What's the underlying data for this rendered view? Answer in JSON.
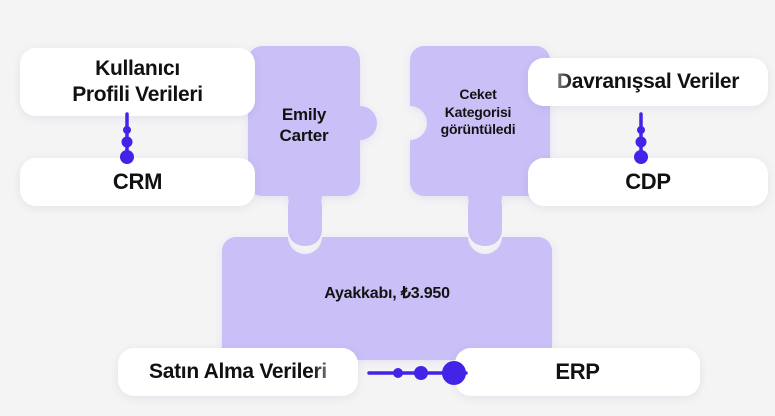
{
  "theme": {
    "background": "#f4f4f5",
    "piece_fill": "#cac0f7",
    "card_fill": "#ffffff",
    "text_color": "#111111",
    "connector_color": "#4423e8"
  },
  "diagram": {
    "title": "Customer data puzzle",
    "pieces": [
      {
        "id": "emily",
        "label_line1": "Emily",
        "label_line2": "Carter",
        "font_size": 17
      },
      {
        "id": "ceket",
        "label_line1": "Ceket",
        "label_line2": "Kategorisi",
        "label_line3": "görüntüledi",
        "font_size": 14
      },
      {
        "id": "purchase",
        "label_line1": "Ayakkabı, ₺3.950",
        "font_size": 16
      }
    ],
    "cards": [
      {
        "id": "user-profile",
        "label_line1": "Kullanıcı",
        "label_line2": "Profili Verileri",
        "font_size": 21
      },
      {
        "id": "crm",
        "label_line1": "CRM",
        "font_size": 22
      },
      {
        "id": "behavioral",
        "label_line1": "Davranışsal Veriler",
        "font_size": 21
      },
      {
        "id": "cdp",
        "label_line1": "CDP",
        "font_size": 22
      },
      {
        "id": "purchase-data",
        "label_line1": "Satın Alma Verileri",
        "font_size": 21
      },
      {
        "id": "erp",
        "label_line1": "ERP",
        "font_size": 22
      }
    ],
    "connectors": [
      {
        "id": "crm-connector",
        "orientation": "vertical",
        "name": "connector-user-profile-crm"
      },
      {
        "id": "cdp-connector",
        "orientation": "vertical",
        "name": "connector-behavioral-cdp"
      },
      {
        "id": "erp-connector",
        "orientation": "horizontal",
        "name": "connector-purchase-erp"
      }
    ]
  }
}
